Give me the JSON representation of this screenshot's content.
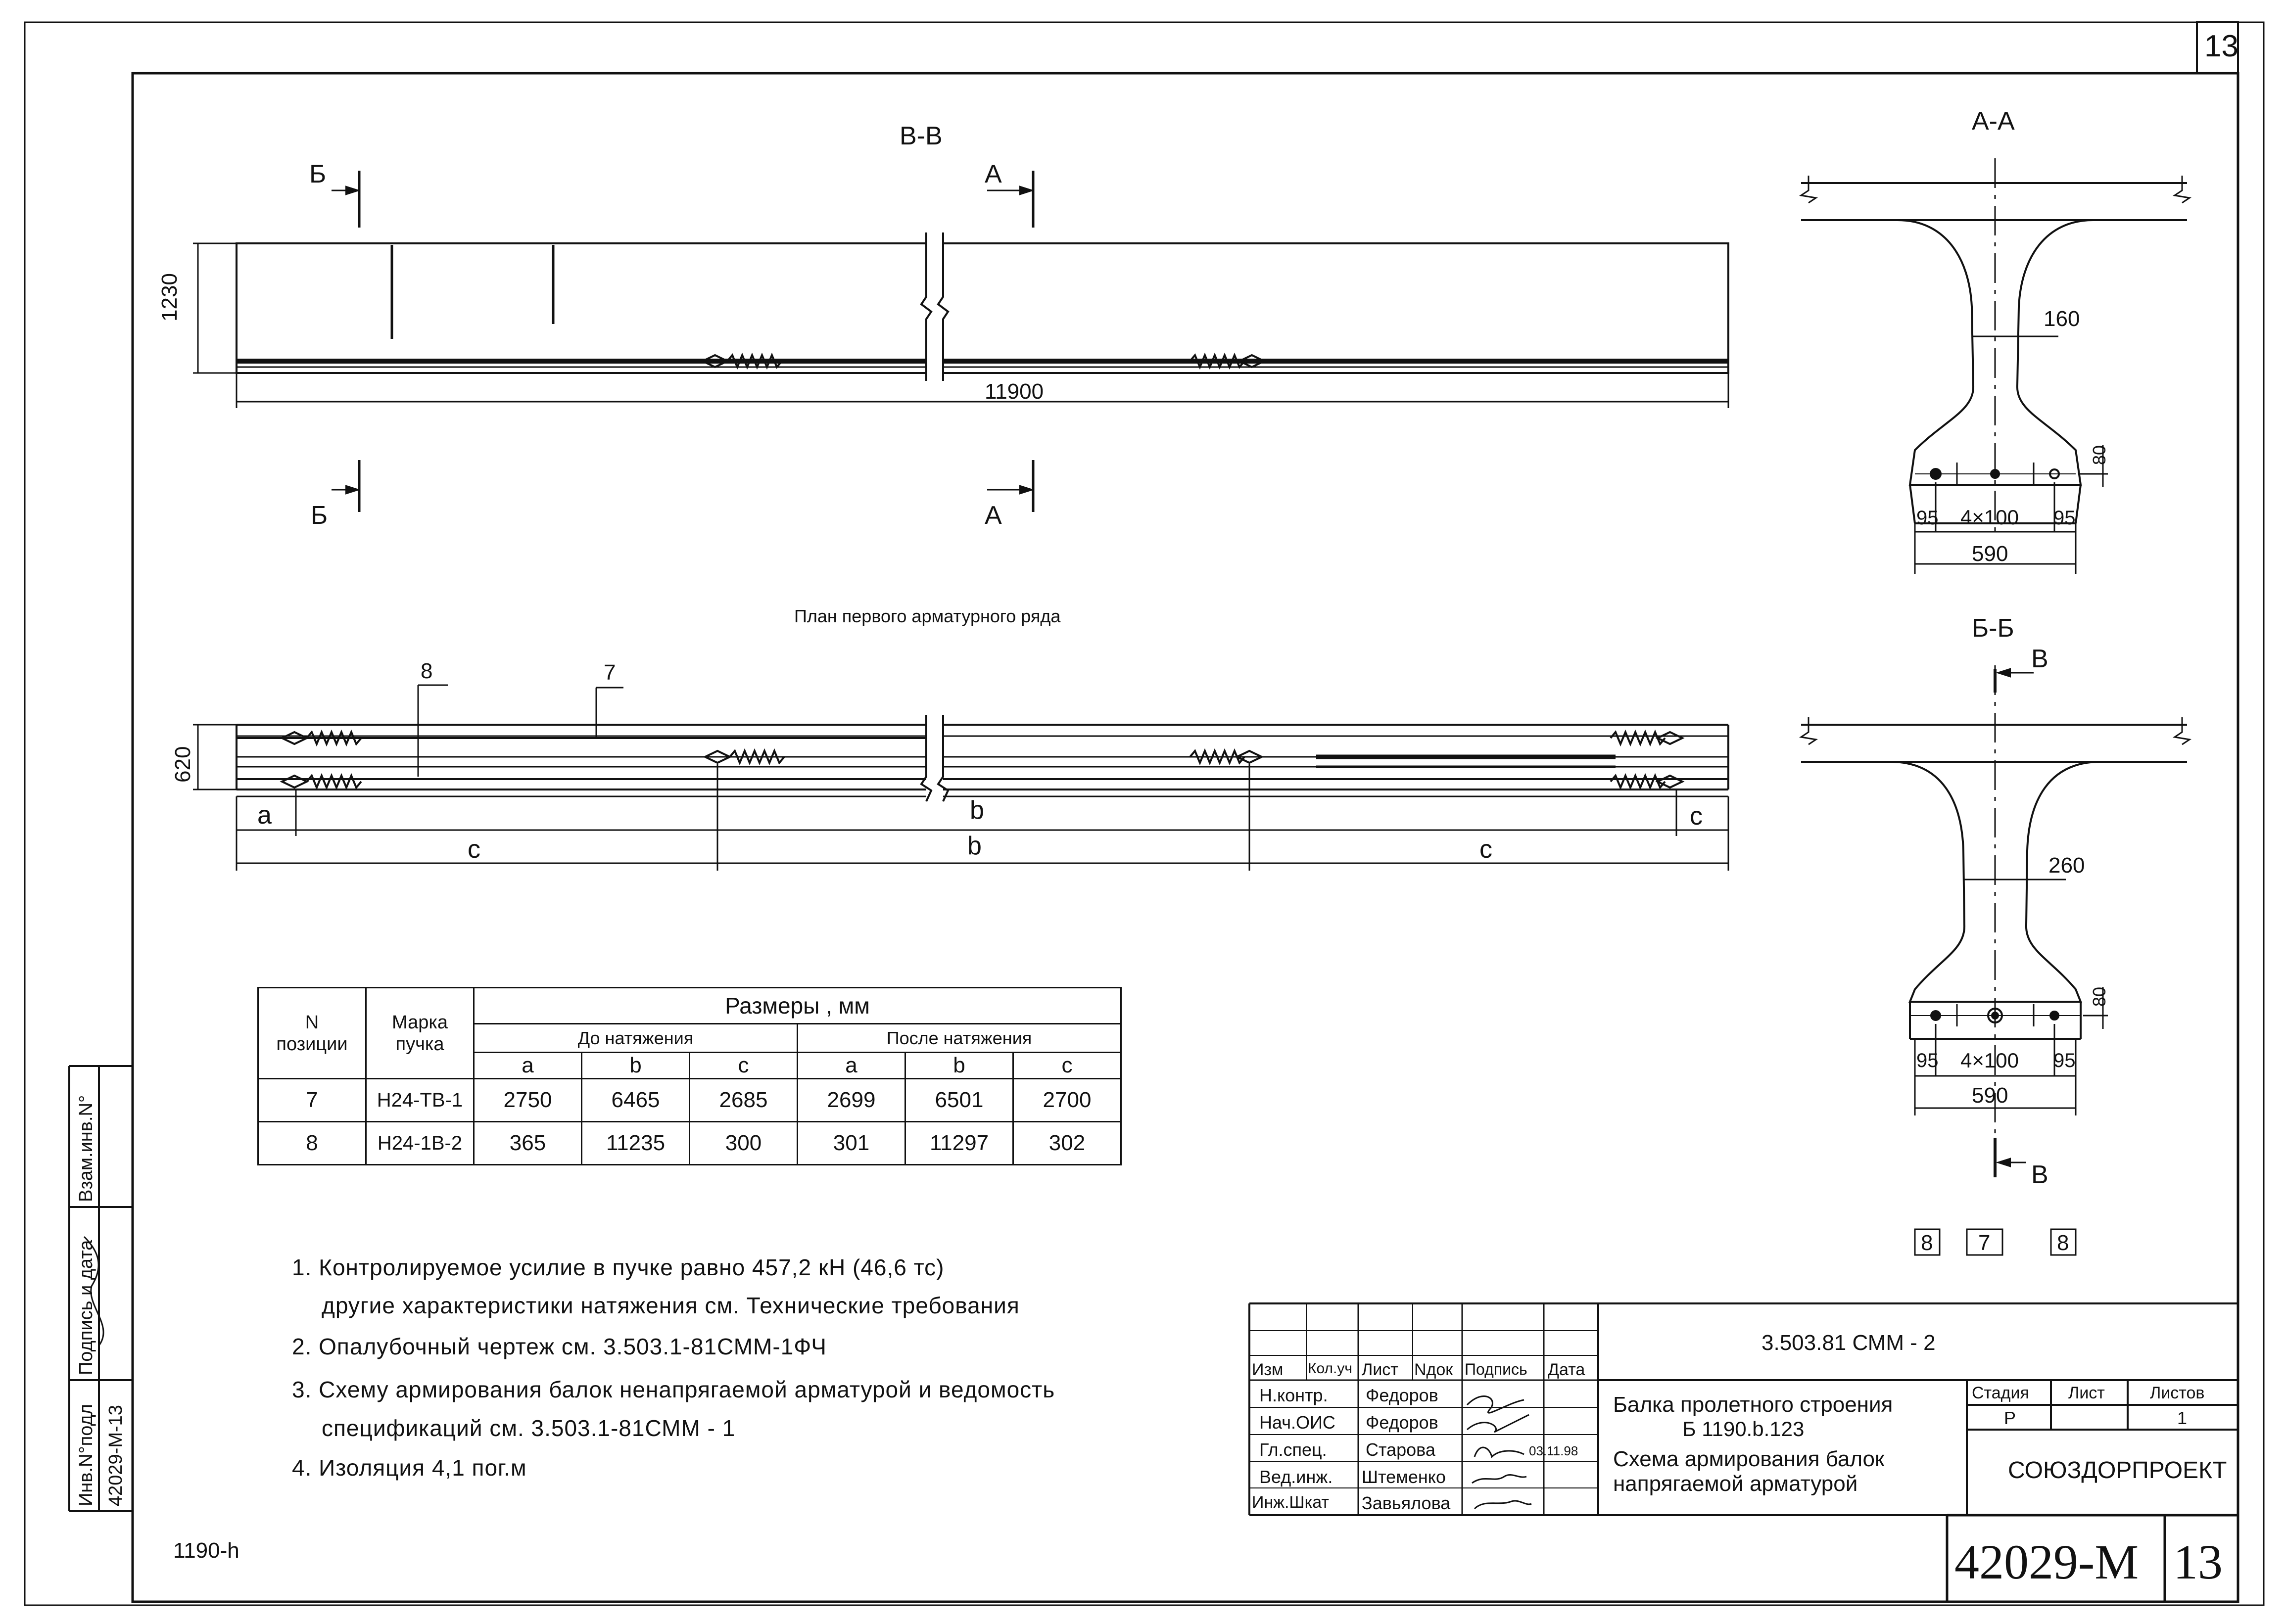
{
  "sheet_number": "13",
  "section_labels": {
    "vv": "В-В",
    "aa": "А-А",
    "bb": "Б-Б",
    "b": "Б",
    "a": "А",
    "v": "В"
  },
  "elevation": {
    "height_dim": "1230",
    "length_dim": "11900"
  },
  "plan": {
    "title": "План первого арматурного ряда",
    "width_dim": "620",
    "label_8": "8",
    "label_7": "7",
    "dim_a": "a",
    "dim_b": "b",
    "dim_c": "c"
  },
  "section_aa": {
    "web": "160",
    "edge": "80",
    "left": "95",
    "mid": "4×100",
    "right": "95",
    "total": "590"
  },
  "section_bb": {
    "web": "260",
    "edge": "80",
    "left": "95",
    "mid": "4×100",
    "right": "95",
    "total": "590"
  },
  "legend_boxes": [
    "8",
    "7",
    "8"
  ],
  "table": {
    "h_pos": "N позиции",
    "h_pos_1": "N",
    "h_pos_2": "позиции",
    "h_mark_1": "Марка",
    "h_mark_2": "пучка",
    "h_sizes": "Размеры , мм",
    "h_before": "До натяжения",
    "h_after": "После натяжения",
    "col_a": "a",
    "col_b": "b",
    "col_c": "c",
    "rows": [
      {
        "pos": "7",
        "mark": "Н24-ТВ-1",
        "a1": "2750",
        "b1": "6465",
        "c1": "2685",
        "a2": "2699",
        "b2": "6501",
        "c2": "2700"
      },
      {
        "pos": "8",
        "mark": "Н24-1В-2",
        "a1": "365",
        "b1": "11235",
        "c1": "300",
        "a2": "301",
        "b2": "11297",
        "c2": "302"
      }
    ]
  },
  "notes": [
    "1. Контролируемое усилие в пучке равно 457,2 кН (46,6 тс)",
    "другие характеристики натяжения см. Технические требования",
    "2. Опалубочный чертеж см. 3.503.1-81СММ-1ФЧ",
    "3. Схему армирования балок ненапрягаемой арматурой и ведомость",
    "спецификаций см. 3.503.1-81СММ - 1",
    "4. Изоляция 4,1 пог.м"
  ],
  "side_stamp": {
    "inv_vzam": "Взам.инв.N°",
    "sign_date": "Подпись и дата",
    "inv_podl": "Инв.N°подл",
    "doc": "42029-М-13"
  },
  "bottom_left": "1190-h",
  "title_block": {
    "code": "3.503.81 СММ - 2",
    "headers": [
      "Изм",
      "Кол.уч",
      "Лист",
      "Nдок",
      "Подпись",
      "Дата"
    ],
    "roles": [
      {
        "role": "Н.контр.",
        "name": "Федоров"
      },
      {
        "role": "Нач.ОИС",
        "name": "Федоров"
      },
      {
        "role": "Гл.спец.",
        "name": "Старова"
      },
      {
        "role": "Вед.инж.",
        "name": "Штеменко"
      },
      {
        "role": "Инж.Шкат",
        "name": "Завьялова"
      }
    ],
    "date": "03.11.98",
    "name_1": "Балка пролетного строения",
    "name_2": "Б 1190.b.123",
    "name_3": "Схема армирования балок",
    "name_4": "напрягаемой арматурой",
    "stage_h": "Стадия",
    "sheet_h": "Лист",
    "sheets_h": "Листов",
    "stage": "Р",
    "sheets": "1",
    "org": "СОЮЗДОРПРОЕКТ",
    "doc_no": "42029-М",
    "page_no": "13"
  }
}
